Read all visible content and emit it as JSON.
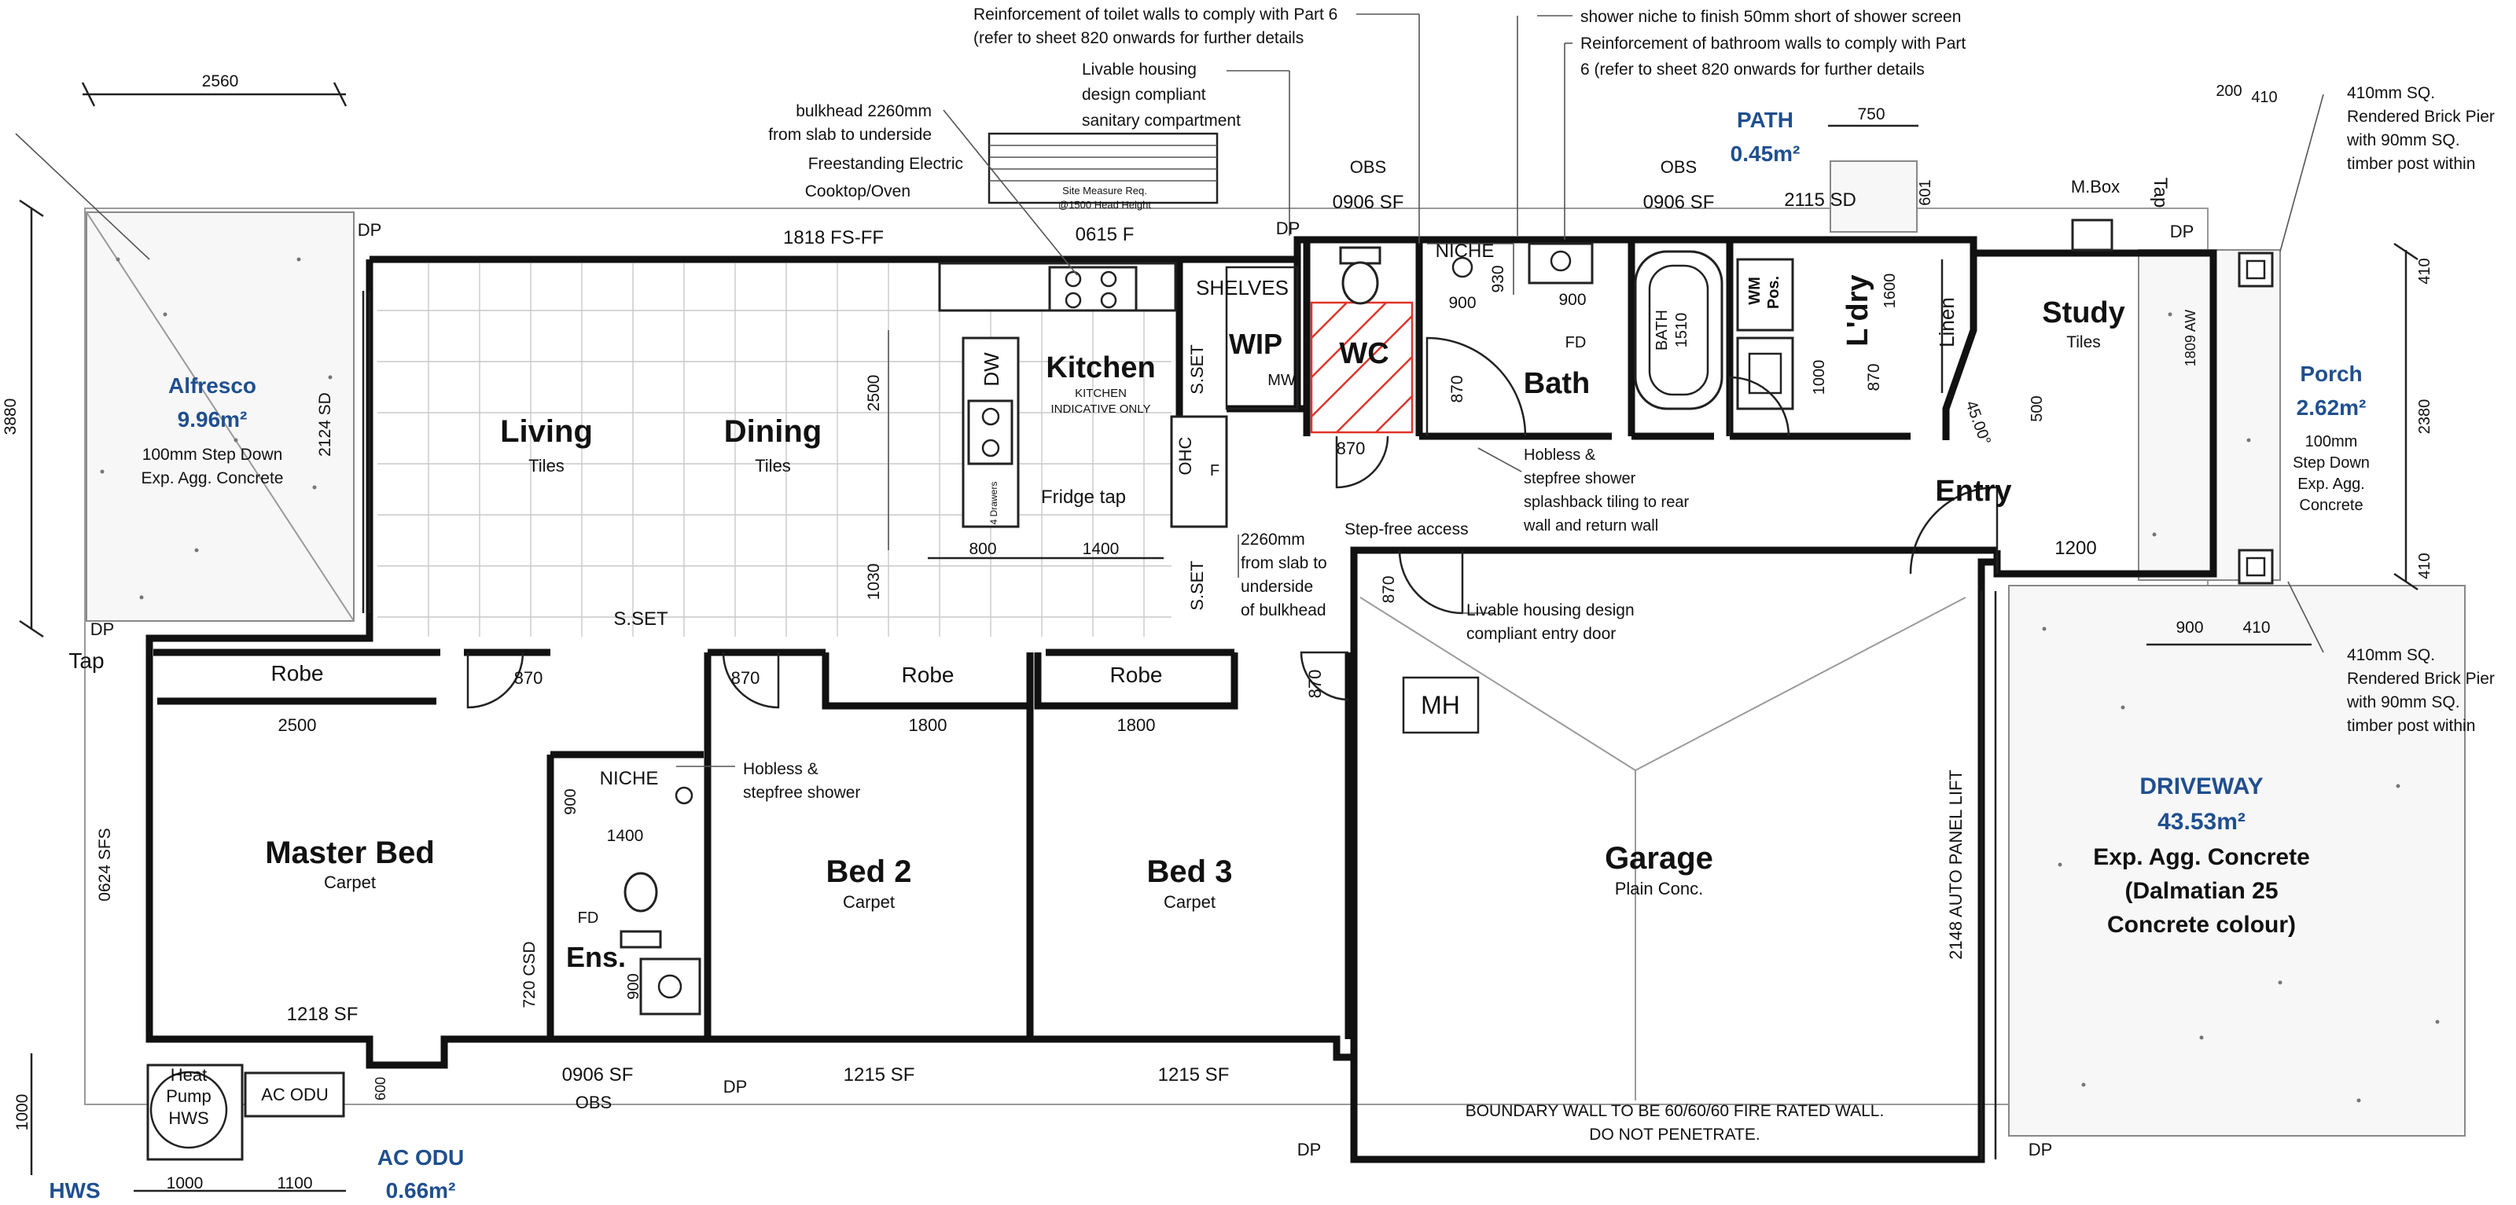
{
  "colors": {
    "area_label": "#1f4f8f",
    "walls": "#111111",
    "wc_hatch": "#e0342b"
  },
  "rooms": {
    "alfresco": {
      "name": "Alfresco",
      "area": "9.96m²",
      "note1": "100mm Step Down",
      "note2": "Exp. Agg. Concrete"
    },
    "living": {
      "name": "Living",
      "finish": "Tiles"
    },
    "dining": {
      "name": "Dining",
      "finish": "Tiles"
    },
    "kitchen": {
      "name": "Kitchen",
      "note1": "KITCHEN",
      "note2": "INDICATIVE ONLY"
    },
    "wip": {
      "name": "WIP",
      "shelves": "SHELVES",
      "mw": "MW"
    },
    "wc": {
      "name": "WC"
    },
    "bath": {
      "name": "Bath"
    },
    "laundry": {
      "name": "L'dry"
    },
    "linen": {
      "name": "Linen"
    },
    "study": {
      "name": "Study",
      "finish": "Tiles"
    },
    "entry": {
      "name": "Entry"
    },
    "porch": {
      "name": "Porch",
      "area": "2.62m²",
      "note1": "100mm",
      "note2": "Step Down",
      "note3": "Exp. Agg.",
      "note4": "Concrete"
    },
    "path": {
      "name": "PATH",
      "area": "0.45m²"
    },
    "master": {
      "name": "Master Bed",
      "finish": "Carpet"
    },
    "bed2": {
      "name": "Bed 2",
      "finish": "Carpet"
    },
    "bed3": {
      "name": "Bed 3",
      "finish": "Carpet"
    },
    "ensuite": {
      "name": "Ens."
    },
    "garage": {
      "name": "Garage",
      "finish": "Plain Conc."
    },
    "driveway": {
      "name": "DRIVEWAY",
      "area": "43.53m²",
      "note1": "Exp. Agg. Concrete",
      "note2": "(Dalmatian 25",
      "note3": "Concrete colour)"
    },
    "acodu": {
      "name": "AC ODU",
      "area": "0.66m²"
    },
    "hws": {
      "name": "HWS"
    }
  },
  "fixtures": {
    "dw": "DW",
    "oven_label": "OHC",
    "fridge_col": "F",
    "niche": "NICHE",
    "bath_label": "BATH",
    "bath_len": "1510",
    "wm_label": "WM",
    "pos_label": "Pos.",
    "heat_pump": "Heat",
    "pump": "Pump",
    "hws_small": "HWS",
    "ac_odu_box": "AC ODU",
    "mbox": "M.Box",
    "tap": "Tap",
    "tap2": "Tap",
    "mh": "MH",
    "fd": "FD",
    "sset": "S.SET",
    "sset_living": "S.SET",
    "robe": "Robe"
  },
  "annotations": {
    "bulkhead1": "bulkhead 2260mm",
    "bulkhead2": "from slab to underside",
    "cooktop1": "Freestanding Electric",
    "cooktop2": "Cooktop/Oven",
    "site_measure1": "Site Measure Req.",
    "site_measure2": "@1500 Head Height",
    "toilet_walls1": "Reinforcement of toilet walls to comply with Part 6",
    "toilet_walls2": "(refer to sheet 820 onwards for further details",
    "livable_wc1": "Livable housing",
    "livable_wc2": "design compliant",
    "livable_wc3": "sanitary compartment",
    "shower_niche": "shower niche to finish 50mm short of shower screen",
    "bath_walls1": "Reinforcement of bathroom walls to comply with Part",
    "bath_walls2": "6 (refer to sheet 820 onwards for further details",
    "hobless_bath1": "Hobless &",
    "hobless_bath2": "stepfree shower",
    "hobless_bath3": "splashback tiling to rear",
    "hobless_bath4": "wall and return wall",
    "hobless_ens1": "Hobless &",
    "hobless_ens2": "stepfree shower",
    "stepfree": "Step-free access",
    "livable_entry1": "Livable housing design",
    "livable_entry2": "compliant entry door",
    "bulkhead_wip1": "2260mm",
    "bulkhead_wip2": "from slab to",
    "bulkhead_wip3": "underside",
    "bulkhead_wip4": "of bulkhead",
    "fridge_tap": "Fridge tap",
    "drawers": "4 Drawers",
    "pier_top1": "410mm SQ.",
    "pier_top2": "Rendered Brick Pier",
    "pier_top3": "with 90mm SQ.",
    "pier_top4": "timber post within",
    "pier_bot1": "410mm SQ.",
    "pier_bot2": "Rendered Brick Pier",
    "pier_bot3": "with 90mm SQ.",
    "pier_bot4": "timber post within",
    "boundary1": "BOUNDARY WALL TO BE 60/60/60 FIRE RATED WALL.",
    "boundary2": "DO NOT PENETRATE.",
    "auto_lift": "2148 AUTO PANEL LIFT",
    "dp": "DP",
    "obs": "OBS"
  },
  "dimensions": {
    "d2560": "2560",
    "d3880": "3880",
    "d2124sd": "2124 SD",
    "d1818": "1818 FS-FF",
    "d0615": "0615 F",
    "d0906_wc": "0906 SF",
    "d0906_bath": "0906 SF",
    "d2115": "2115 SD",
    "d750": "750",
    "d601": "601",
    "d200": "200",
    "d410a": "410",
    "d410b": "410",
    "d2380": "2380",
    "d410c": "410",
    "d1809": "1809 AW",
    "d500": "500",
    "d4500": "45.00°",
    "d1200": "1200",
    "d2500k": "2500",
    "d1030": "1030",
    "d800": "800",
    "d1400k": "1400",
    "d870_wc": "870",
    "d900_wc": "900",
    "d930": "930",
    "d900_bath": "900",
    "d870_bath": "870",
    "d1000_ldry": "1000",
    "d1600": "1600",
    "d870_ldry": "870",
    "d870_entry": "870",
    "d900_pier": "900",
    "d410_pier": "410",
    "d870_mb": "870",
    "d870_b2": "870",
    "d870_b3": "870",
    "d2500_mb": "2500",
    "d1800_b2": "1800",
    "d1800_b3": "1800",
    "d900_ens": "900",
    "d1400_ens": "1400",
    "d900_ens2": "900",
    "d720": "720 CSD",
    "d0624": "0624 SFS",
    "d1218": "1218 SF",
    "d0906_ens": "0906 SF",
    "d1215a": "1215 SF",
    "d1215b": "1215 SF",
    "d600": "600",
    "d1000a": "1000",
    "d1000b": "1000",
    "d1100": "1100"
  }
}
